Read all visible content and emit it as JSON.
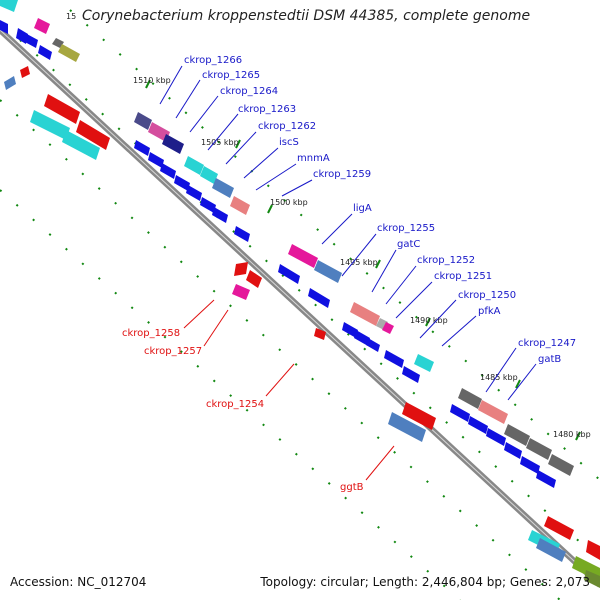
{
  "title": "Corynebacterium kroppenstedtii DSM 44385, complete genome",
  "title_prefix": "15",
  "accession": "Accession: NC_012704",
  "topology": "Topology: circular; Length: 2,446,804 bp; Genes: 2,073",
  "colors": {
    "backbone": "#7a7a7a",
    "cds": "#1010e0",
    "label_forward": "#1818c8",
    "label_reverse": "#e01010",
    "tick": "#118811"
  },
  "scale_ticks": [
    "1510 kbp",
    "1505 kbp",
    "1500 kbp",
    "1495 kbp",
    "1490 kbp",
    "1485 kbp",
    "1480 kbp"
  ],
  "gene_labels_forward": [
    "ckrop_1266",
    "ckrop_1265",
    "ckrop_1264",
    "ckrop_1263",
    "ckrop_1262",
    "iscS",
    "mnmA",
    "ckrop_1259",
    "ligA",
    "ckrop_1255",
    "gatC",
    "ckrop_1252",
    "ckrop_1251",
    "ckrop_1250",
    "pfkA",
    "ckrop_1247",
    "gatB"
  ],
  "gene_labels_reverse": [
    "ckrop_1258",
    "ckrop_1257",
    "ckrop_1254",
    "ggtB"
  ]
}
